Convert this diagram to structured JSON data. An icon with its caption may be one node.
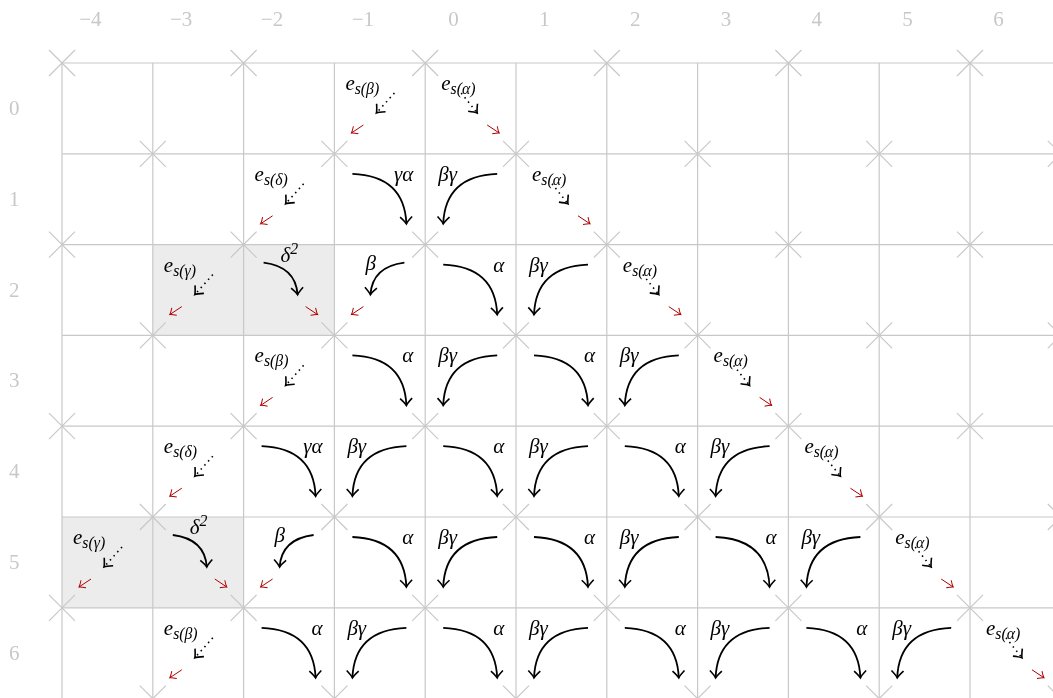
{
  "diagram": {
    "labels": [
      "−4",
      "−3",
      "−2",
      "−1",
      "0",
      "1",
      "2",
      "3",
      "4",
      "5",
      "6",
      "0",
      "e$_{s(β)}$",
      "e$_{s(α)}$",
      "1",
      "e$_{s(δ)}$",
      "γα",
      "βγ",
      "e$_{s(α)}$",
      "2",
      "e$_{s(γ)}$",
      "δ$^{2}$",
      "β",
      "α",
      "βγ",
      "e$_{s(α)}$",
      "3",
      "e$_{s(β)}$",
      "α",
      "βγ",
      "α",
      "βγ",
      "e$_{s(α)}$",
      "4",
      "e$_{s(δ)}$",
      "γα",
      "βγ",
      "α",
      "βγ",
      "α",
      "βγ",
      "e$_{s(α)}$",
      "5",
      "e$_{s(γ)}$",
      "δ$^{2}$",
      "β",
      "α",
      "βγ",
      "α",
      "βγ",
      "α",
      "βγ",
      "e$_{s(α)}$",
      "6",
      "e$_{s(β)}$",
      "α",
      "βγ",
      "α",
      "βγ",
      "α",
      "βγ",
      "α",
      "βγ",
      "e$_{s(α)}$"
    ]
  }
}
